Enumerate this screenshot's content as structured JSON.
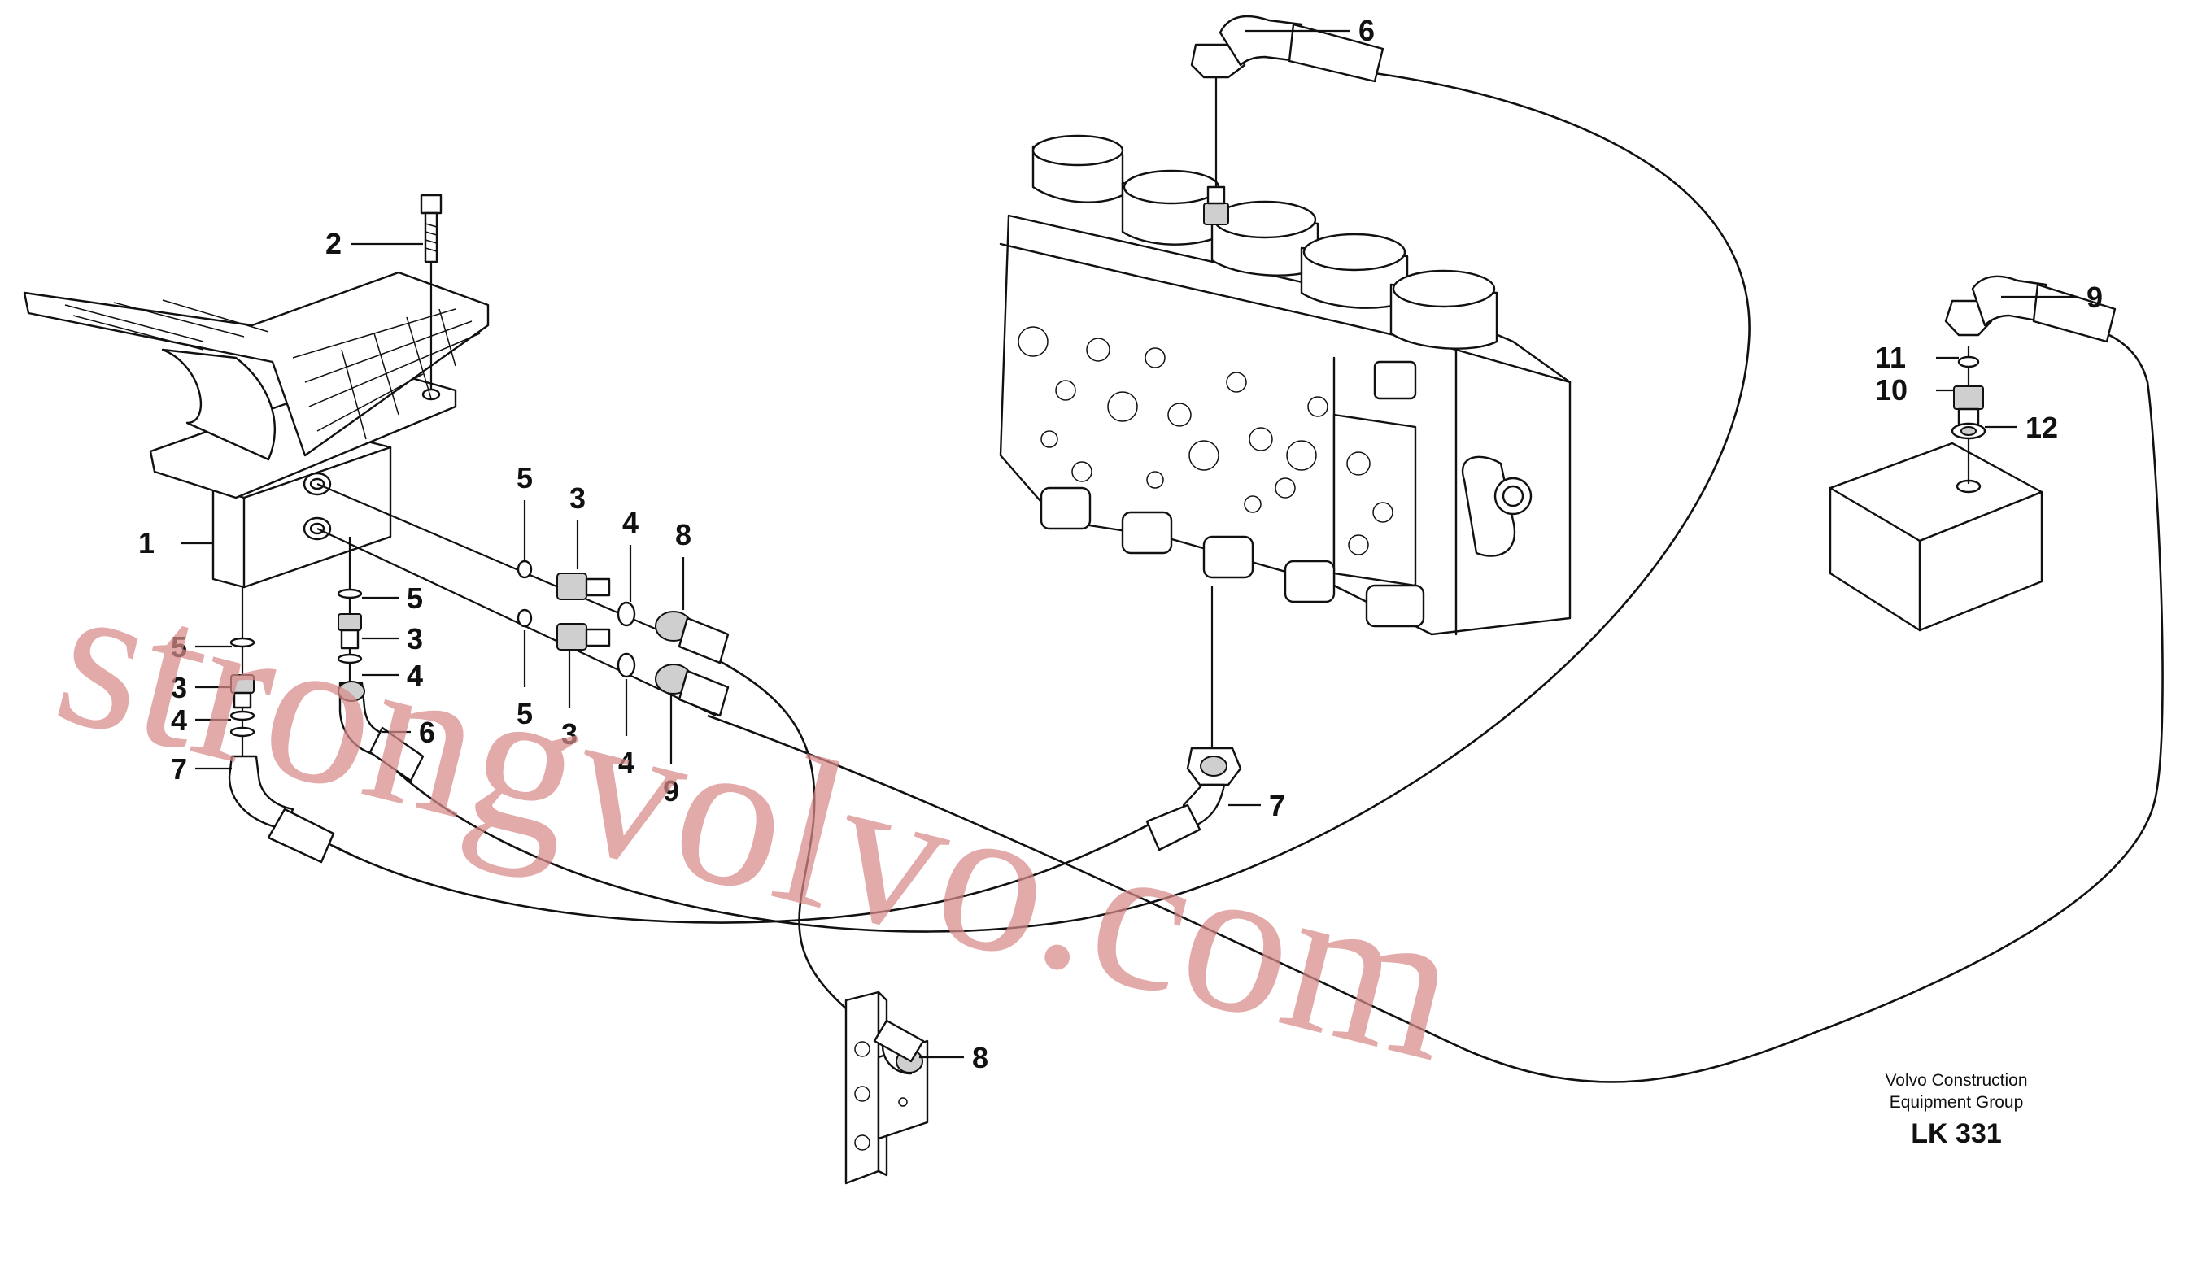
{
  "diagram": {
    "callouts": [
      "1",
      "2",
      "3",
      "4",
      "5",
      "6",
      "7",
      "8",
      "9",
      "10",
      "11",
      "12"
    ],
    "publisher_line1": "Volvo Construction",
    "publisher_line2": "Equipment Group",
    "figure_code": "LK 331",
    "watermark": "strongvolvo.com"
  }
}
